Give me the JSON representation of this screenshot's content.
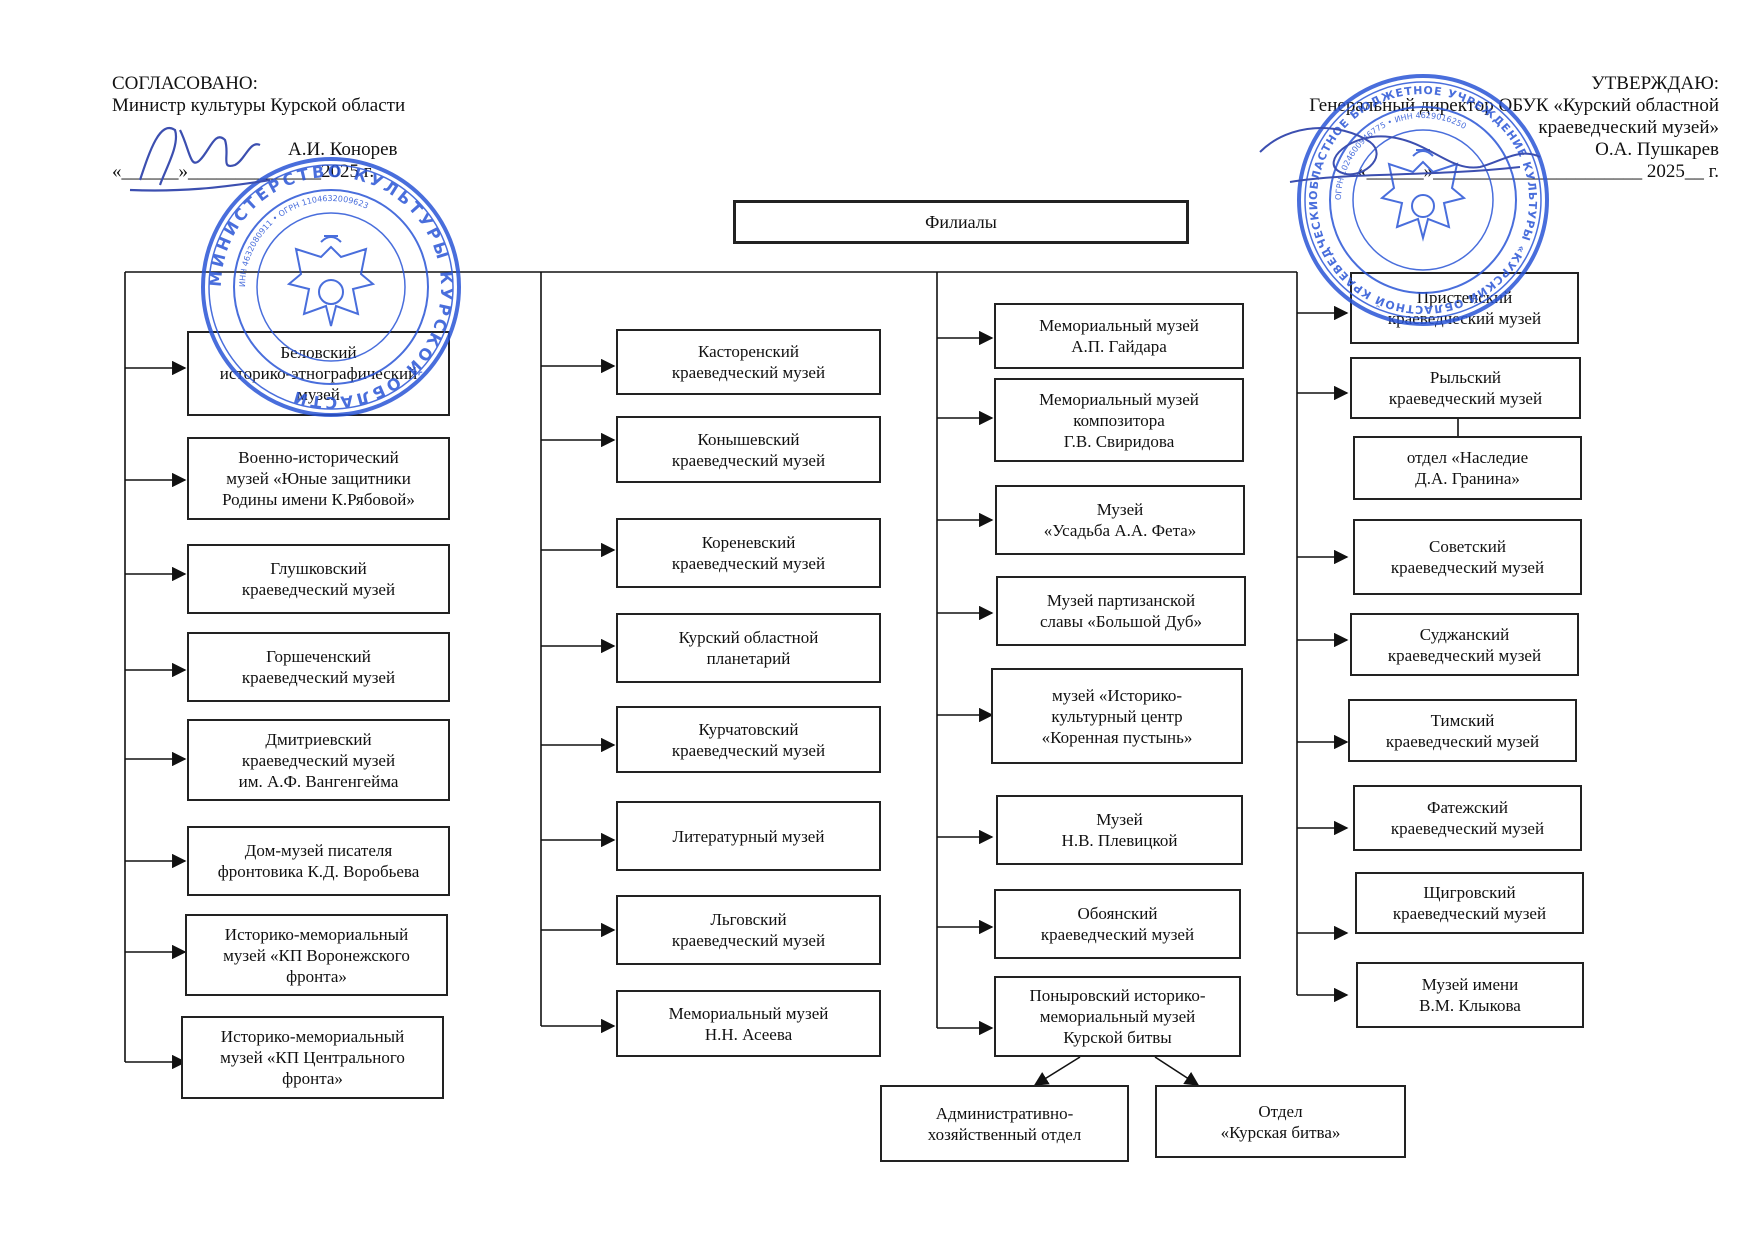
{
  "header": {
    "left": {
      "agreed": "СОГЛАСОВАНО:",
      "position": "Министр культуры Курской области",
      "name": "А.И. Конорев",
      "date_line": "«______»______________2025  г."
    },
    "right": {
      "approve": "УТВЕРЖДАЮ:",
      "position_line1": "Генеральный директор ОБУК «Курский областной",
      "position_line2": "краеведческий музей»",
      "name": "О.А. Пушкарев",
      "date_line": "«______»______________________ 2025__ г."
    }
  },
  "seals": {
    "left": {
      "outer_text": "МИНИСТЕРСТВО КУЛЬТУРЫ КУРСКОЙ ОБЛАСТИ",
      "inner_text": "ИНН 4632080911 • ОГРН 1104632009623",
      "color": "#2a55d6"
    },
    "right": {
      "outer_text": "ОБЛАСТНОЕ БЮДЖЕТНОЕ УЧРЕЖДЕНИЕ КУЛЬТУРЫ «КУРСКИЙ ОБЛАСТНОЙ КРАЕВЕДЧЕСКИЙ МУЗЕЙ»",
      "inner_text": "ОГРН 1024600946775 • ИНН 4629016250",
      "color": "#2a55d6"
    }
  },
  "chart": {
    "title": "Филиалы",
    "column1": [
      "Беловский\nисторико-этнографический\nмузей",
      "Военно-исторический\nмузей  «Юные защитники\nРодины имени К.Рябовой»",
      "Глушковский\nкраеведческий музей",
      "Горшеченский\nкраеведческий музей",
      "Дмитриевский\nкраеведческий музей\nим. А.Ф. Вангенгейма",
      "Дом-музей писателя\nфронтовика К.Д. Воробьева",
      "Историко-мемориальный\nмузей «КП Воронежского\nфронта»",
      "Историко-мемориальный\nмузей «КП Центрального\nфронта»"
    ],
    "column2": [
      "Касторенский\nкраеведческий музей",
      "Конышевский\nкраеведческий музей",
      "Кореневский\nкраеведческий музей",
      "Курский областной\nпланетарий",
      "Курчатовский\nкраеведческий музей",
      "Литературный музей",
      "Льговский\nкраеведческий музей",
      "Мемориальный музей\nН.Н. Асеева"
    ],
    "column3": [
      "Мемориальный музей\nА.П. Гайдара",
      "Мемориальный музей\nкомпозитора\nГ.В. Свиридова",
      "Музей\n«Усадьба А.А. Фета»",
      "Музей партизанской\nславы «Большой Дуб»",
      "музей «Историко-\nкультурный центр\n«Коренная пустынь»",
      "Музей\nН.В. Плевицкой",
      "Обоянский\nкраеведческий музей",
      "Поныровский историко-\nмемориальный музей\nКурской битвы"
    ],
    "column3_sub": [
      "Административно-\nхозяйственный отдел",
      "Отдел\n«Курская битва»"
    ],
    "column4": [
      "Пристенский\nкраеведческий музей",
      "Рыльский\nкраеведческий музей",
      "Советский\nкраеведческий музей",
      "Суджанский\nкраеведческий музей",
      "Тимский\nкраеведческий музей",
      "Фатежский\nкраеведческий музей",
      "Щигровский\nкраеведческий музей",
      "Музей имени\nВ.М. Клыкова"
    ],
    "column4_sub": "отдел «Наследие\nД.А. Гранина»"
  }
}
